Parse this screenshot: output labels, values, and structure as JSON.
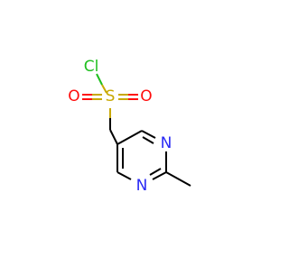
{
  "molecule": {
    "atoms": {
      "chlorine": "Cl",
      "sulfur": "S",
      "oxygen_left": "O",
      "oxygen_right": "O",
      "nitrogen_top": "N",
      "nitrogen_bottom": "N"
    },
    "colors": {
      "bond": "#000000",
      "chlorine": "#1fbf1f",
      "sulfur": "#c8a800",
      "oxygen": "#ff0d0d",
      "nitrogen": "#2a2af5"
    }
  }
}
